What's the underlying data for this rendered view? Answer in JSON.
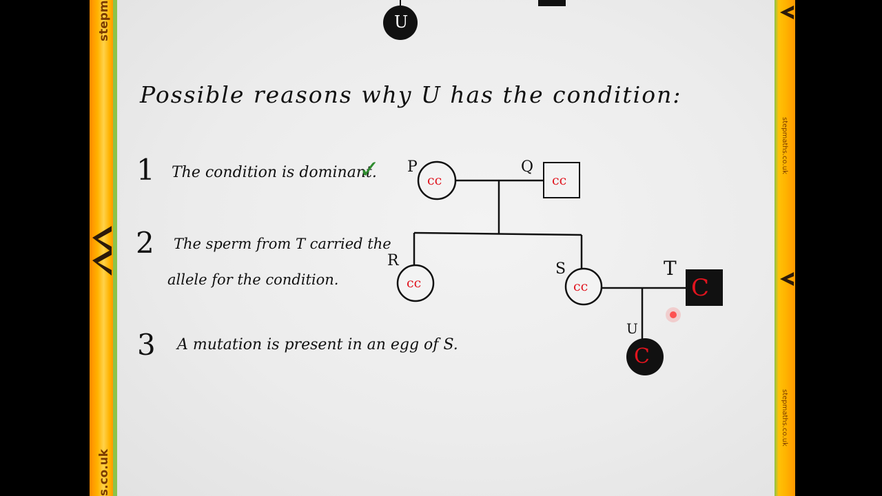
{
  "heading": "Possible reasons why U has the condition:",
  "reasons": [
    {
      "number": "1",
      "text": "The condition is dominant.",
      "mark": "✓"
    },
    {
      "number": "2",
      "text_line1": "The sperm from T carried the",
      "text_line2": "allele for the condition."
    },
    {
      "number": "3",
      "text": "A mutation is present in an egg of S."
    }
  ],
  "pedigree": {
    "top_individual_label": "U",
    "individuals": [
      {
        "id": "P",
        "label": "P",
        "shape": "circle",
        "affected": false,
        "genotype": "cc"
      },
      {
        "id": "Q",
        "label": "Q",
        "shape": "square",
        "affected": false,
        "genotype": "cc"
      },
      {
        "id": "R",
        "label": "R",
        "shape": "circle",
        "affected": false,
        "genotype": "cc"
      },
      {
        "id": "S",
        "label": "S",
        "shape": "circle",
        "affected": false,
        "genotype": "cc"
      },
      {
        "id": "T",
        "label": "T",
        "shape": "square",
        "affected": true,
        "genotype": "C"
      },
      {
        "id": "U",
        "label": "U",
        "shape": "circle",
        "affected": true,
        "genotype": "C"
      }
    ]
  },
  "branding": {
    "left_top": "stepma",
    "left_bottom": "s.co.uk",
    "right_1": "stepmaths.co.uk",
    "right_2": "stepmaths.co.uk"
  },
  "colors": {
    "genotype": "#e0141e",
    "check": "#2e8b2e",
    "ink": "#111111"
  }
}
